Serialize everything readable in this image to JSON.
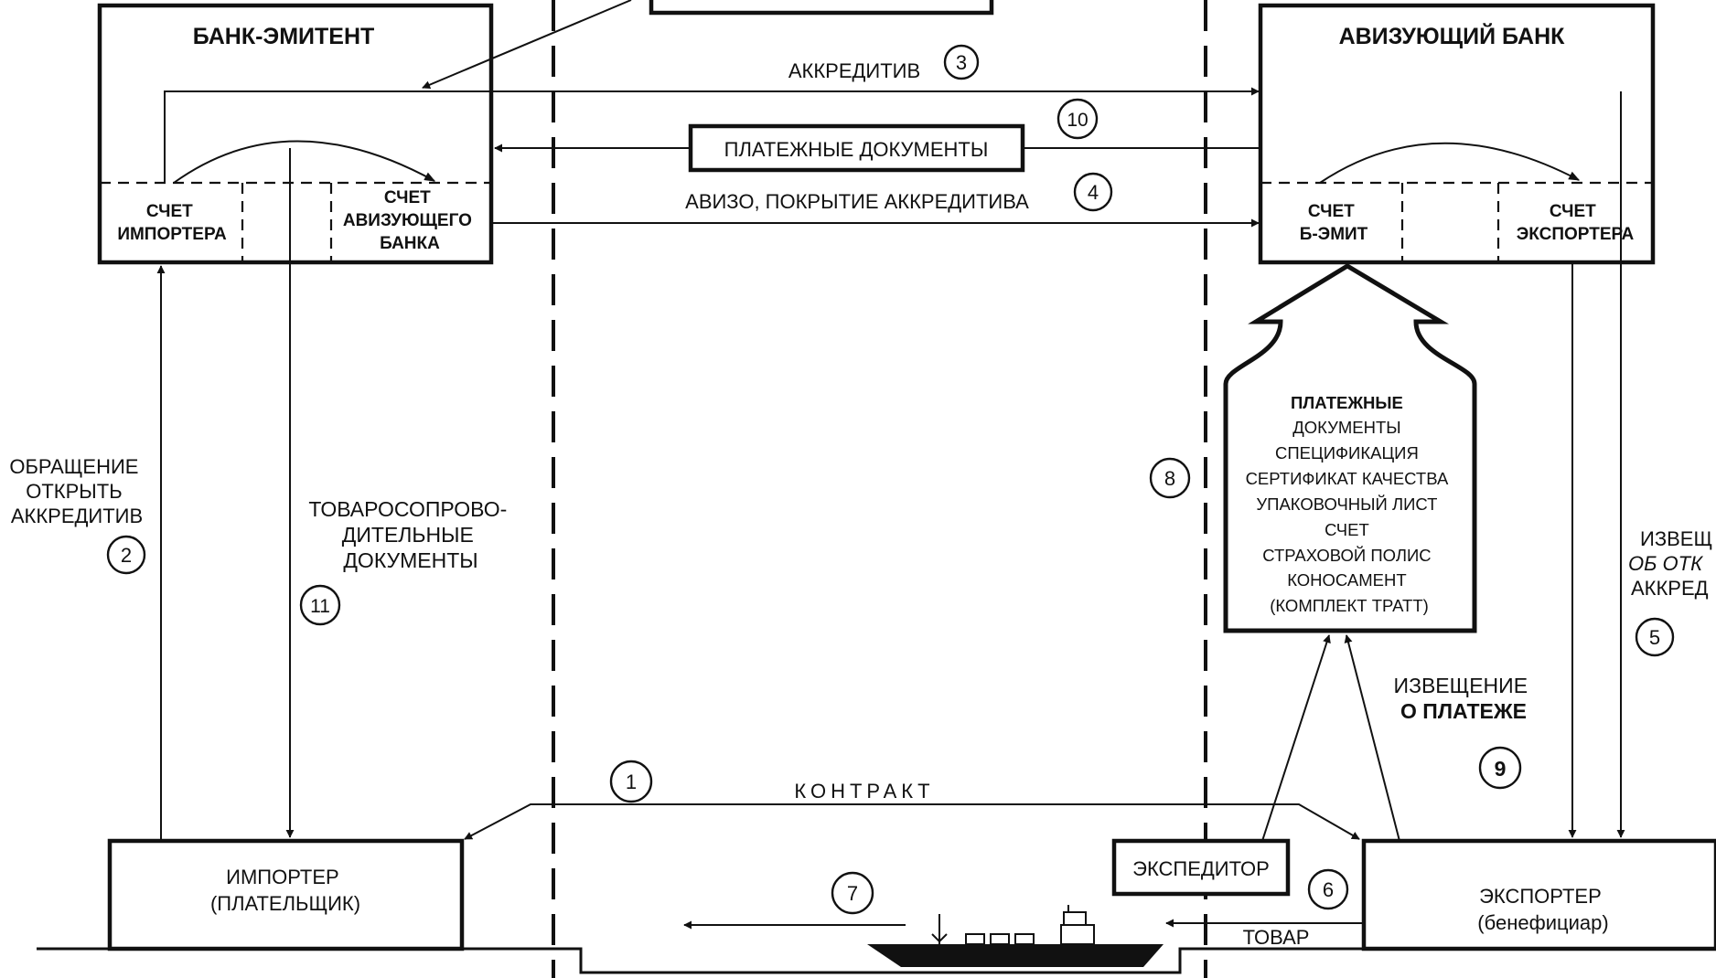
{
  "issuing_bank": {
    "title": "БАНК-ЭМИТЕНТ",
    "importer_account": [
      "СЧЕТ",
      "ИМПОРТЕРА"
    ],
    "advising_account": [
      "СЧЕТ",
      "АВИЗУЮЩЕГО",
      "БАНКА"
    ]
  },
  "advising_bank": {
    "title": "АВИЗУЮЩИЙ БАНК",
    "issuer_account": [
      "СЧЕТ",
      "Б-ЭМИТ"
    ],
    "exporter_account": [
      "СЧЕТ",
      "ЭКСПОРТЕРА"
    ]
  },
  "flows": {
    "letter_of_credit": "АККРЕДИТИВ",
    "payment_documents": "ПЛАТЕЖНЫЕ ДОКУМЕНТЫ",
    "advice_cover": "АВИЗО, ПОКРЫТИЕ АККРЕДИТИВА",
    "request": [
      "ОБРАЩЕНИЕ",
      "ОТКРЫТЬ",
      "АККРЕДИТИВ"
    ],
    "shipping_docs": [
      "ТОВАРОСОПРОВО-",
      "ДИТЕЛЬНЫЕ",
      "ДОКУМЕНТЫ"
    ],
    "notice_lc": [
      "ИЗВЕЩ",
      "ОБ ОТК",
      "АККРЕД"
    ],
    "payment_notice": [
      "ИЗВЕЩЕНИЕ",
      "О ПЛАТЕЖЕ"
    ],
    "contract": "КОНТРАКТ",
    "goods": "ТОВАР"
  },
  "documents_list": [
    "ПЛАТЕЖНЫЕ",
    "ДОКУМЕНТЫ",
    "СПЕЦИФИКАЦИЯ",
    "СЕРТИФИКАТ КАЧЕСТВА",
    "УПАКОВОЧНЫЙ ЛИСТ",
    "СЧЕТ",
    "СТРАХОВОЙ ПОЛИС",
    "КОНОСАМЕНТ",
    "(КОМПЛЕКТ ТРАТТ)"
  ],
  "parties": {
    "importer": [
      "ИМПОРТЕР",
      "(ПЛАТЕЛЬЩИК)"
    ],
    "exporter": [
      "ЭКСПОРТЕР",
      "(бенефициар)"
    ],
    "forwarder": "ЭКСПЕДИТОР"
  },
  "steps": {
    "s1": "1",
    "s2": "2",
    "s3": "3",
    "s4": "4",
    "s5": "5",
    "s6": "6",
    "s7": "7",
    "s8": "8",
    "s9": "9",
    "s10": "10",
    "s11": "11"
  }
}
